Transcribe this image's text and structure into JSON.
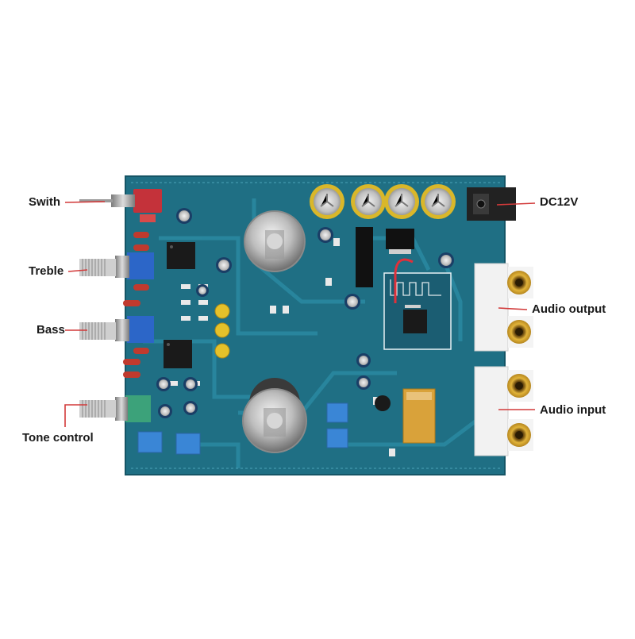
{
  "labels": {
    "switch": "Swith",
    "treble": "Treble",
    "bass": "Bass",
    "tone_control": "Tone control",
    "dc": "DC12V",
    "audio_output": "Audio output",
    "audio_input": "Audio input"
  },
  "colors": {
    "pcb": "#1f6f84",
    "pcb_dark": "#185c6e",
    "trace": "#2a88a0",
    "gold": "#d9a52a",
    "blue_box": "#3a86d6",
    "red": "#c83030",
    "leader": "#d23a3a"
  }
}
